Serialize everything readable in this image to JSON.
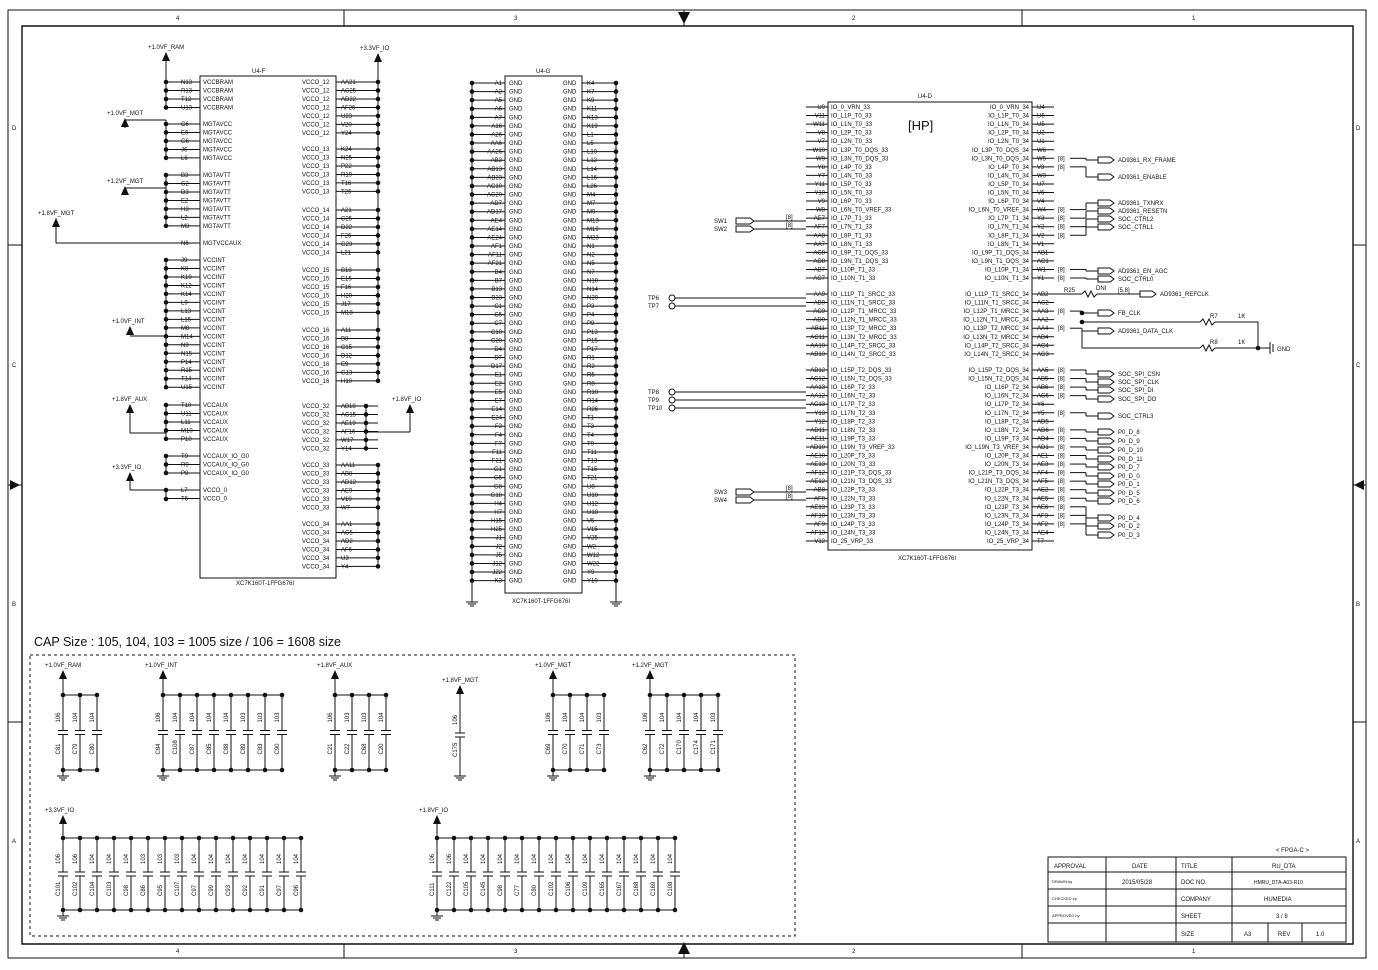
{
  "frame": {
    "col_labels": [
      "4",
      "3",
      "2",
      "1"
    ],
    "row_labels": [
      "D",
      "C",
      "B",
      "A"
    ]
  },
  "cap_note": "CAP Size : 105, 104, 103 = 1005 size / 106 = 1608 size",
  "u4f": {
    "ref": "U4-F",
    "part": "XC7K160T-1FFG676I",
    "rails": {
      "ram": "+1.0VF_RAM",
      "mgt10": "+1.0VF_MGT",
      "mgt12": "+1.2VF_MGT",
      "mgt18": "+1.8VF_MGT",
      "int": "+1.0VF_INT",
      "aux": "+1.8VF_AUX",
      "io33": "+3.3VF_IO",
      "io33b": "+3.3VF_IO",
      "io18": "+1.8VF_IO"
    },
    "left_pins": [
      {
        "num": "N13",
        "name": "VCCBRAM"
      },
      {
        "num": "R13",
        "name": "VCCBRAM"
      },
      {
        "num": "T12",
        "name": "VCCBRAM"
      },
      {
        "num": "U13",
        "name": "VCCBRAM"
      },
      {
        "num": "C6",
        "name": "MGTAVCC"
      },
      {
        "num": "E6",
        "name": "MGTAVCC"
      },
      {
        "num": "G6",
        "name": "MGTAVCC"
      },
      {
        "num": "J6",
        "name": "MGTAVCC"
      },
      {
        "num": "L6",
        "name": "MGTAVCC"
      },
      {
        "num": "B3",
        "name": "MGTAVTT"
      },
      {
        "num": "C2",
        "name": "MGTAVTT"
      },
      {
        "num": "D3",
        "name": "MGTAVTT"
      },
      {
        "num": "E2",
        "name": "MGTAVTT"
      },
      {
        "num": "H3",
        "name": "MGTAVTT"
      },
      {
        "num": "L2",
        "name": "MGTAVTT"
      },
      {
        "num": "M3",
        "name": "MGTAVTT"
      },
      {
        "num": "N6",
        "name": "MGTVCCAUX"
      },
      {
        "num": "J9",
        "name": "VCCINT"
      },
      {
        "num": "K8",
        "name": "VCCINT"
      },
      {
        "num": "K10",
        "name": "VCCINT"
      },
      {
        "num": "K12",
        "name": "VCCINT"
      },
      {
        "num": "K14",
        "name": "VCCINT"
      },
      {
        "num": "L9",
        "name": "VCCINT"
      },
      {
        "num": "L13",
        "name": "VCCINT"
      },
      {
        "num": "L15",
        "name": "VCCINT"
      },
      {
        "num": "M8",
        "name": "VCCINT"
      },
      {
        "num": "M14",
        "name": "VCCINT"
      },
      {
        "num": "N9",
        "name": "VCCINT"
      },
      {
        "num": "N15",
        "name": "VCCINT"
      },
      {
        "num": "P14",
        "name": "VCCINT"
      },
      {
        "num": "R15",
        "name": "VCCINT"
      },
      {
        "num": "T14",
        "name": "VCCINT"
      },
      {
        "num": "U15",
        "name": "VCCINT"
      },
      {
        "num": "T10",
        "name": "VCCAUX"
      },
      {
        "num": "U11",
        "name": "VCCAUX"
      },
      {
        "num": "L11",
        "name": "VCCAUX"
      },
      {
        "num": "M10",
        "name": "VCCAUX"
      },
      {
        "num": "P10",
        "name": "VCCAUX"
      },
      {
        "num": "T9",
        "name": "VCCAUX_IO_G0"
      },
      {
        "num": "R9",
        "name": "VCCAUX_IO_G0"
      },
      {
        "num": "P8",
        "name": "VCCAUX_IO_G0"
      },
      {
        "num": "L7",
        "name": "VCCO_0"
      },
      {
        "num": "T6",
        "name": "VCCO_0"
      }
    ],
    "right_pins": [
      {
        "num": "AA21",
        "name": "VCCO_12"
      },
      {
        "num": "AC25",
        "name": "VCCO_12"
      },
      {
        "num": "AD22",
        "name": "VCCO_12"
      },
      {
        "num": "AF26",
        "name": "VCCO_12"
      },
      {
        "num": "U23",
        "name": "VCCO_12"
      },
      {
        "num": "V20",
        "name": "VCCO_12"
      },
      {
        "num": "Y24",
        "name": "VCCO_12"
      },
      {
        "num": "K24",
        "name": "VCCO_13"
      },
      {
        "num": "N25",
        "name": "VCCO_13"
      },
      {
        "num": "P22",
        "name": "VCCO_13"
      },
      {
        "num": "R19",
        "name": "VCCO_13"
      },
      {
        "num": "T16",
        "name": "VCCO_13"
      },
      {
        "num": "T26",
        "name": "VCCO_13"
      },
      {
        "num": "A21",
        "name": "VCCO_14"
      },
      {
        "num": "C25",
        "name": "VCCO_14"
      },
      {
        "num": "D22",
        "name": "VCCO_14"
      },
      {
        "num": "F26",
        "name": "VCCO_14"
      },
      {
        "num": "G23",
        "name": "VCCO_14"
      },
      {
        "num": "L21",
        "name": "VCCO_14"
      },
      {
        "num": "B18",
        "name": "VCCO_15"
      },
      {
        "num": "E15",
        "name": "VCCO_15"
      },
      {
        "num": "F16",
        "name": "VCCO_15"
      },
      {
        "num": "H20",
        "name": "VCCO_15"
      },
      {
        "num": "J17",
        "name": "VCCO_15"
      },
      {
        "num": "M18",
        "name": "VCCO_15"
      },
      {
        "num": "A11",
        "name": "VCCO_16"
      },
      {
        "num": "B8",
        "name": "VCCO_16"
      },
      {
        "num": "C15",
        "name": "VCCO_16"
      },
      {
        "num": "D12",
        "name": "VCCO_16"
      },
      {
        "num": "E9",
        "name": "VCCO_16"
      },
      {
        "num": "G13",
        "name": "VCCO_16"
      },
      {
        "num": "H10",
        "name": "VCCO_16"
      },
      {
        "num": "AB18",
        "name": "VCCO_32"
      },
      {
        "num": "AC15",
        "name": "VCCO_32"
      },
      {
        "num": "AE19",
        "name": "VCCO_32"
      },
      {
        "num": "AF16",
        "name": "VCCO_32"
      },
      {
        "num": "W17",
        "name": "VCCO_32"
      },
      {
        "num": "Y14",
        "name": "VCCO_32"
      },
      {
        "num": "AA11",
        "name": "VCCO_33"
      },
      {
        "num": "AB8",
        "name": "VCCO_33"
      },
      {
        "num": "AD12",
        "name": "VCCO_33"
      },
      {
        "num": "AE9",
        "name": "VCCO_33"
      },
      {
        "num": "V10",
        "name": "VCCO_33"
      },
      {
        "num": "W7",
        "name": "VCCO_33"
      },
      {
        "num": "AA1",
        "name": "VCCO_34"
      },
      {
        "num": "AC5",
        "name": "VCCO_34"
      },
      {
        "num": "AD2",
        "name": "VCCO_34"
      },
      {
        "num": "AF6",
        "name": "VCCO_34"
      },
      {
        "num": "U3",
        "name": "VCCO_34"
      },
      {
        "num": "Y4",
        "name": "VCCO_34"
      }
    ]
  },
  "u4g": {
    "ref": "U4-G",
    "part": "XC7K160T-1FFG676I",
    "pin_name": "GND",
    "left_nums": [
      "A1",
      "A2",
      "A5",
      "A6",
      "A7",
      "A16",
      "A26",
      "AA6",
      "AA26",
      "AB3",
      "AB13",
      "AB23",
      "AC10",
      "AC20",
      "AD7",
      "AD17",
      "AE4",
      "AE14",
      "AE24",
      "AF1",
      "AF11",
      "AF21",
      "B4",
      "B7",
      "B13",
      "B23",
      "C1",
      "C5",
      "C7",
      "C10",
      "C20",
      "D4",
      "D7",
      "D17",
      "E1",
      "E2",
      "E5",
      "E7",
      "E14",
      "E24",
      "F3",
      "F4",
      "F7",
      "F11",
      "F21",
      "G1",
      "G5",
      "G8",
      "G18",
      "H4",
      "H7",
      "H15",
      "H25",
      "J1",
      "J2",
      "J5",
      "J12",
      "J22",
      "K3"
    ],
    "right_nums": [
      "K4",
      "K7",
      "K9",
      "K11",
      "K13",
      "K19",
      "L1",
      "L5",
      "L10",
      "L12",
      "L14",
      "L16",
      "L26",
      "M4",
      "M7",
      "M9",
      "M13",
      "M19",
      "M23",
      "N1",
      "N2",
      "N5",
      "N7",
      "N10",
      "N14",
      "N20",
      "P3",
      "P4",
      "P9",
      "P13",
      "P15",
      "P17",
      "R1",
      "R2",
      "R5",
      "R8",
      "R10",
      "R14",
      "R26",
      "T1",
      "T3",
      "T4",
      "T9",
      "T11",
      "T13",
      "T15",
      "T21",
      "U8",
      "U10",
      "U12",
      "U18",
      "V5",
      "V15",
      "V25",
      "W2",
      "W12",
      "W22",
      "Y9",
      "Y19"
    ]
  },
  "u4d": {
    "ref": "U4-D",
    "hp": "[HP]",
    "part": "XC7K160T-1FFG676I",
    "left_pins": [
      {
        "num": "U9",
        "name": "IO_0_VRN_33"
      },
      {
        "num": "V11",
        "name": "IO_L1P_T0_33"
      },
      {
        "num": "W11",
        "name": "IO_L1N_T0_33"
      },
      {
        "num": "V8",
        "name": "IO_L2P_T0_33"
      },
      {
        "num": "V7",
        "name": "IO_L2N_T0_33"
      },
      {
        "num": "W10",
        "name": "IO_L3P_T0_DQS_33"
      },
      {
        "num": "W9",
        "name": "IO_L3N_T0_DQS_33"
      },
      {
        "num": "Y8",
        "name": "IO_L4P_T0_33"
      },
      {
        "num": "Y7",
        "name": "IO_L4N_T0_33"
      },
      {
        "num": "Y11",
        "name": "IO_L5P_T0_33"
      },
      {
        "num": "Y10",
        "name": "IO_L5N_T0_33"
      },
      {
        "num": "V9",
        "name": "IO_L6P_T0_33"
      },
      {
        "num": "W8",
        "name": "IO_L6N_T0_VREF_33"
      },
      {
        "num": "AE7",
        "name": "IO_L7P_T1_33"
      },
      {
        "num": "AF7",
        "name": "IO_L7N_T1_33"
      },
      {
        "num": "AA8",
        "name": "IO_L8P_T1_33"
      },
      {
        "num": "AA7",
        "name": "IO_L8N_T1_33"
      },
      {
        "num": "AC8",
        "name": "IO_L9P_T1_DQS_33"
      },
      {
        "num": "AD8",
        "name": "IO_L9N_T1_DQS_33"
      },
      {
        "num": "AB7",
        "name": "IO_L10P_T1_33"
      },
      {
        "num": "AC7",
        "name": "IO_L10N_T1_33"
      },
      {
        "num": "AA9",
        "name": "IO_L11P_T1_SRCC_33"
      },
      {
        "num": "AB9",
        "name": "IO_L11N_T1_SRCC_33"
      },
      {
        "num": "AC9",
        "name": "IO_L12P_T1_MRCC_33"
      },
      {
        "num": "AD9",
        "name": "IO_L12N_T1_MRCC_33"
      },
      {
        "num": "AB11",
        "name": "IO_L13P_T2_MRCC_33"
      },
      {
        "num": "AC11",
        "name": "IO_L13N_T2_MRCC_33"
      },
      {
        "num": "AA10",
        "name": "IO_L14P_T2_SRCC_33"
      },
      {
        "num": "AB10",
        "name": "IO_L14N_T2_SRCC_33"
      },
      {
        "num": "AB12",
        "name": "IO_L15P_T2_DQS_33"
      },
      {
        "num": "AC12",
        "name": "IO_L15N_T2_DQS_33"
      },
      {
        "num": "AA13",
        "name": "IO_L16P_T2_33"
      },
      {
        "num": "AA12",
        "name": "IO_L16N_T2_33"
      },
      {
        "num": "AC13",
        "name": "IO_L17P_T2_33"
      },
      {
        "num": "Y13",
        "name": "IO_L17N_T2_33"
      },
      {
        "num": "Y12",
        "name": "IO_L18P_T2_33"
      },
      {
        "num": "AD11",
        "name": "IO_L18N_T2_33"
      },
      {
        "num": "AE11",
        "name": "IO_L19P_T3_33"
      },
      {
        "num": "AD10",
        "name": "IO_L19N_T3_VREF_33"
      },
      {
        "num": "AE10",
        "name": "IO_L20P_T3_33"
      },
      {
        "num": "AE13",
        "name": "IO_L20N_T3_33"
      },
      {
        "num": "AF12",
        "name": "IO_L21P_T3_DQS_33"
      },
      {
        "num": "AE12",
        "name": "IO_L21N_T3_DQS_33"
      },
      {
        "num": "AB8",
        "name": "IO_L22P_T3_33"
      },
      {
        "num": "AF8",
        "name": "IO_L22N_T3_33"
      },
      {
        "num": "AE13",
        "name": "IO_L23P_T3_33"
      },
      {
        "num": "AF10",
        "name": "IO_L23N_T3_33"
      },
      {
        "num": "AF9",
        "name": "IO_L24P_T3_33"
      },
      {
        "num": "AF13",
        "name": "IO_L24N_T3_33"
      },
      {
        "num": "V12",
        "name": "IO_25_VRP_33"
      }
    ],
    "right_pins": [
      {
        "num": "U4",
        "name": "IO_0_VRN_34"
      },
      {
        "num": "U6",
        "name": "IO_L1P_T0_34"
      },
      {
        "num": "U5",
        "name": "IO_L1N_T0_34"
      },
      {
        "num": "U2",
        "name": "IO_L2P_T0_34"
      },
      {
        "num": "U1",
        "name": "IO_L2N_T0_34"
      },
      {
        "num": "W6",
        "name": "IO_L3P_T0_DQS_34"
      },
      {
        "num": "W5",
        "name": "IO_L3N_T0_DQS_34"
      },
      {
        "num": "V3",
        "name": "IO_L4P_T0_34"
      },
      {
        "num": "W3",
        "name": "IO_L4N_T0_34"
      },
      {
        "num": "U7",
        "name": "IO_L5P_T0_34"
      },
      {
        "num": "V6",
        "name": "IO_L5N_T0_34"
      },
      {
        "num": "V4",
        "name": "IO_L6P_T0_34"
      },
      {
        "num": "W4",
        "name": "IO_L6N_T0_VREF_34"
      },
      {
        "num": "Y3",
        "name": "IO_L7P_T1_34"
      },
      {
        "num": "Y2",
        "name": "IO_L7N_T1_34"
      },
      {
        "num": "V2",
        "name": "IO_L8P_T1_34"
      },
      {
        "num": "V1",
        "name": "IO_L8N_T1_34"
      },
      {
        "num": "AB1",
        "name": "IO_L9P_T1_DQS_34"
      },
      {
        "num": "AC1",
        "name": "IO_L9N_T1_DQS_34"
      },
      {
        "num": "W1",
        "name": "IO_L10P_T1_34"
      },
      {
        "num": "Y1",
        "name": "IO_L10N_T1_34"
      },
      {
        "num": "AB2",
        "name": "IO_L11P_T1_SRCC_34"
      },
      {
        "num": "AC2",
        "name": "IO_L11N_T1_SRCC_34"
      },
      {
        "num": "AA3",
        "name": "IO_L12P_T1_MRCC_34"
      },
      {
        "num": "AA2",
        "name": "IO_L12N_T1_MRCC_34"
      },
      {
        "num": "AA4",
        "name": "IO_L13P_T2_MRCC_34"
      },
      {
        "num": "AB4",
        "name": "IO_L13N_T2_MRCC_34"
      },
      {
        "num": "AC4",
        "name": "IO_L14P_T2_SRCC_34"
      },
      {
        "num": "AC3",
        "name": "IO_L14N_T2_SRCC_34"
      },
      {
        "num": "AA5",
        "name": "IO_L15P_T2_DQS_34"
      },
      {
        "num": "AB5",
        "name": "IO_L15N_T2_DQS_34"
      },
      {
        "num": "AB6",
        "name": "IO_L16P_T2_34"
      },
      {
        "num": "AC6",
        "name": "IO_L16N_T2_34"
      },
      {
        "num": "Y6",
        "name": "IO_L17P_T2_34"
      },
      {
        "num": "Y5",
        "name": "IO_L17N_T2_34"
      },
      {
        "num": "AD5",
        "name": "IO_L18P_T2_34"
      },
      {
        "num": "AD6",
        "name": "IO_L18N_T2_34"
      },
      {
        "num": "AD4",
        "name": "IO_L19P_T3_34"
      },
      {
        "num": "AD1",
        "name": "IO_L19N_T3_VREF_34"
      },
      {
        "num": "AE1",
        "name": "IO_L20P_T3_34"
      },
      {
        "num": "AE3",
        "name": "IO_L20N_T3_34"
      },
      {
        "num": "AF4",
        "name": "IO_L21P_T3_DQS_34"
      },
      {
        "num": "AF5",
        "name": "IO_L21N_T3_DQS_34"
      },
      {
        "num": "AE2",
        "name": "IO_L22P_T3_34"
      },
      {
        "num": "AE5",
        "name": "IO_L22N_T3_34"
      },
      {
        "num": "AE6",
        "name": "IO_L23P_T3_34"
      },
      {
        "num": "AF3",
        "name": "IO_L23N_T3_34"
      },
      {
        "num": "AF2",
        "name": "IO_L24P_T3_34"
      },
      {
        "num": "AE4",
        "name": "IO_L24N_T3_34"
      },
      {
        "num": "T7",
        "name": "IO_25_VRP_34"
      }
    ],
    "tag": "[8]",
    "tag2": "[5,8]",
    "sw": [
      "SW1",
      "SW2",
      "SW3",
      "SW4"
    ],
    "tp": [
      "TP6",
      "TP7",
      "TP8",
      "TP9",
      "TP10"
    ],
    "r25": "R25",
    "dni": "DNI",
    "r7": "R7",
    "r8": "R8",
    "r_val": "1K",
    "gnd": "GND",
    "ports": [
      "AD9361_RX_FRAME",
      "AD9361_ENABLE",
      "AD9361_TXNRX",
      "AD9361_RESETN",
      "SOC_CTRL2",
      "SOC_CTRL1",
      "AD9361_EN_AGC",
      "SOC_CTRL0",
      "AD9361_REFCLK",
      "FB_CLK",
      "AD9361_DATA_CLK",
      "SOC_SPI_CSN",
      "SOC_SPI_CLK",
      "SOC_SPI_DI",
      "SOC_SPI_DO",
      "SOC_CTRL3",
      "P0_D_8",
      "P0_D_9",
      "P0_D_10",
      "P0_D_11",
      "P0_D_7",
      "P0_D_0",
      "P0_D_1",
      "P0_D_5",
      "P0_D_6",
      "P0_D_4",
      "P0_D_2",
      "P0_D_3"
    ]
  },
  "caps": {
    "groups": [
      {
        "rail": "+1.0VF_RAM",
        "refs": [
          "C81",
          "C79",
          "C80"
        ],
        "vals": [
          "106",
          "104",
          "104"
        ]
      },
      {
        "rail": "+1.0VF_INT",
        "refs": [
          "C84",
          "C108",
          "C87",
          "C85",
          "C88",
          "C89",
          "C83",
          "C90"
        ],
        "vals": [
          "106",
          "104",
          "104",
          "104",
          "104",
          "103",
          "103",
          "103"
        ]
      },
      {
        "rail": "+1.8VF_AUX",
        "refs": [
          "C21",
          "C22",
          "C68",
          "C20"
        ],
        "vals": [
          "106",
          "103",
          "103",
          "104"
        ]
      },
      {
        "rail": "+1.8VF_MGT",
        "refs": [
          "C175"
        ],
        "vals": [
          "106"
        ]
      },
      {
        "rail": "+1.0VF_MGT",
        "refs": [
          "C69",
          "C70",
          "C71",
          "C73"
        ],
        "vals": [
          "106",
          "104",
          "104",
          "103"
        ]
      },
      {
        "rail": "+1.2VF_MGT",
        "refs": [
          "C62",
          "C72",
          "C170",
          "C174",
          "C171"
        ],
        "vals": [
          "106",
          "104",
          "104",
          "104",
          "103"
        ]
      },
      {
        "rail": "+3.3VF_IO",
        "refs": [
          "C101",
          "C102",
          "C104",
          "C103",
          "C98",
          "C86",
          "C95",
          "C107",
          "C97",
          "C99",
          "C93",
          "C92",
          "C91",
          "C97",
          "C96"
        ],
        "vals": [
          "106",
          "106",
          "104",
          "104",
          "104",
          "103",
          "103",
          "103",
          "104",
          "104",
          "104",
          "104",
          "104",
          "104",
          "104"
        ]
      },
      {
        "rail": "+1.8VF_IO",
        "refs": [
          "C111",
          "C122",
          "C105",
          "C145",
          "C98",
          "C77",
          "C80",
          "C102",
          "C106",
          "C109",
          "C165",
          "C167",
          "C168",
          "C169",
          "C108"
        ],
        "vals": [
          "106",
          "106",
          "104",
          "104",
          "104",
          "104",
          "104",
          "104",
          "104",
          "104",
          "104",
          "104",
          "104",
          "104",
          "104"
        ]
      }
    ]
  },
  "titleblock": {
    "fpga_tag": "< FPGA-C >",
    "approval": "APPROVAL",
    "date_h": "DATE",
    "title_h": "TITLE",
    "title": "RU_DTA",
    "drawn": "DRAWN by",
    "checked": "CHECKED by",
    "approved": "APPROVED by",
    "date": "2015/05/28",
    "doc_h": "DOC NO.",
    "doc": "HMRU_DTA-A03-R10",
    "company_h": "COMPANY",
    "company": "HUMEDIA",
    "sheet_h": "SHEET",
    "sheet": "3 / 8",
    "size_h": "SIZE",
    "size": "A3",
    "rev_h": "REV",
    "rev": "1.0"
  }
}
